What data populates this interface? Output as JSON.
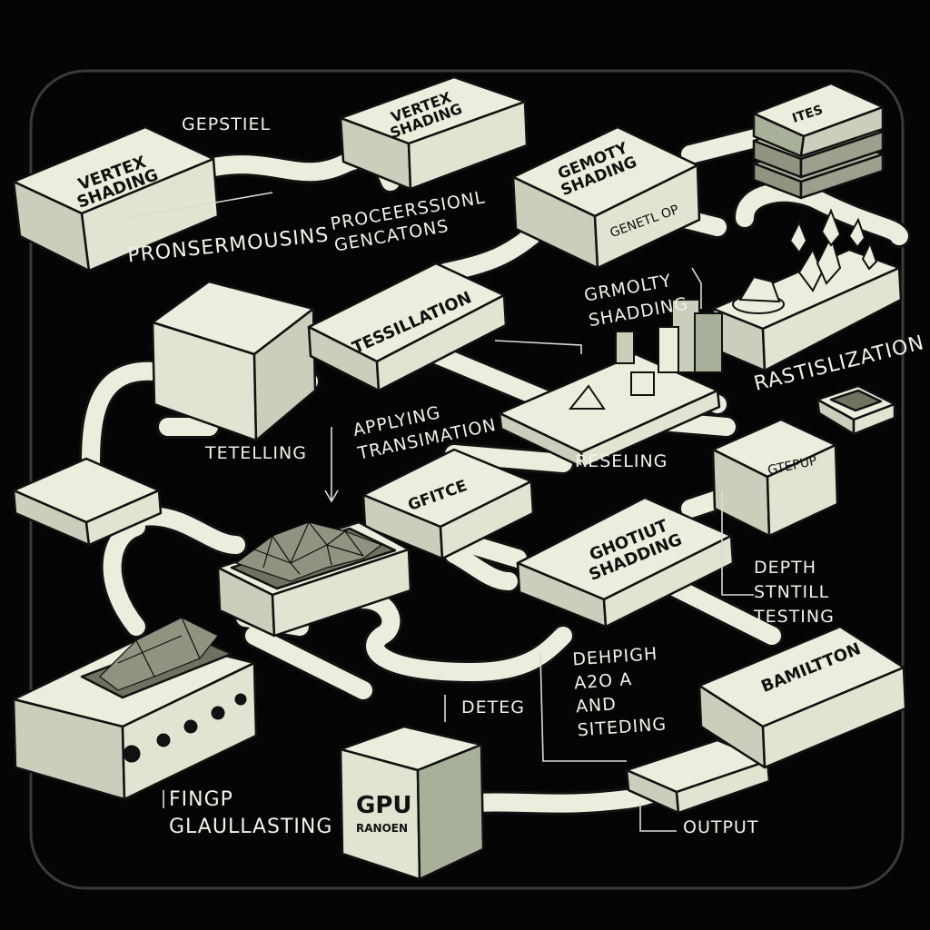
{
  "blocks": {
    "vertex_left": "VERTEX\nSHADING",
    "vertex_top": "VERTEX\nSHADING",
    "ites": "ITES",
    "geometry_top": "GEMOTY\nSHADING",
    "genetl_op": "GENETL OP",
    "tessillation": "TESSILLATION",
    "gfitce": "GFITCE",
    "ghotiut": "GHOTIUT\nSHADDING",
    "gtepup": "GTEPUP",
    "bamiltton": "BAMILTTON",
    "gpu": "GPU",
    "gpu_sub": "RANOEN"
  },
  "labels": {
    "gepstiel": "GEPSTIEL",
    "pronsermousins": "PRONSERMOUSINS",
    "processional": "PROCEERSSIONL\nGENCATONS",
    "grmolty": "GRMOLTY\nSHADDING",
    "rastislization": "RASTISLIZATION",
    "applying": "APPLYING\nTRANSIMATION",
    "tetelling": "TETELLING",
    "reseling": "RESELING",
    "depth": "DEPTH\nSTNTILL\nTESTING",
    "dehpigh": "DEHPIGH\nA2O A\nAND\nSITEDING",
    "deteg": "DETEG",
    "fingp": "FINGP\nGLAULLASTING",
    "output": "OUTPUT"
  },
  "colors": {
    "background": "#050505",
    "frame": "#3a3a3a",
    "block_face": "#e9efdc",
    "block_side": "#c9cfbb",
    "block_dark": "#a9b09a",
    "ink": "#111111",
    "text": "#eef3e6"
  }
}
